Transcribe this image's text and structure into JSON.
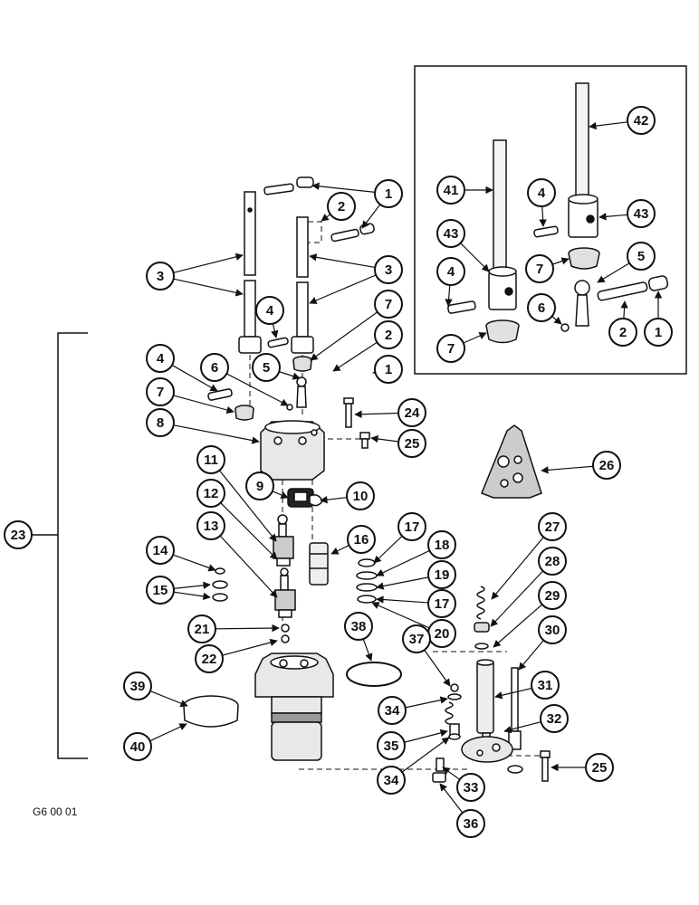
{
  "figure_code": "G6 00 01",
  "callouts": [
    "1",
    "2",
    "3",
    "4",
    "5",
    "6",
    "7",
    "8",
    "9",
    "10",
    "11",
    "12",
    "13",
    "14",
    "15",
    "16",
    "17",
    "18",
    "19",
    "20",
    "21",
    "22",
    "23",
    "24",
    "25",
    "26",
    "27",
    "28",
    "29",
    "30",
    "31",
    "32",
    "33",
    "34",
    "35",
    "36",
    "37",
    "38",
    "39",
    "40",
    "41",
    "42",
    "43"
  ],
  "colors": {
    "ink": "#111111",
    "paper": "#ffffff",
    "body_fill": "#e8e8e8"
  }
}
